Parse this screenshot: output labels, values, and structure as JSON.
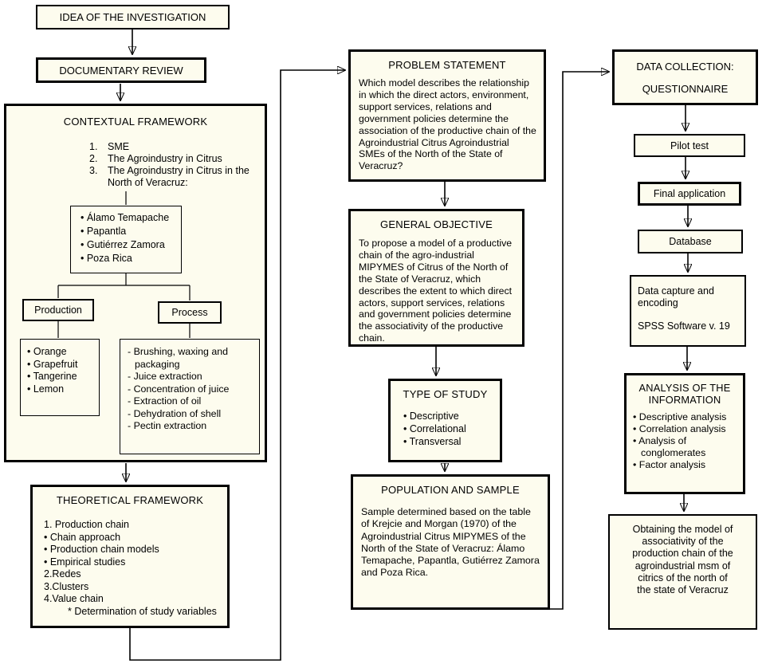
{
  "diagram": {
    "left": {
      "idea": "IDEA OF THE INVESTIGATION",
      "documentary": "DOCUMENTARY REVIEW",
      "contextual": {
        "title": "CONTEXTUAL FRAMEWORK",
        "numbered": [
          {
            "n": "1.",
            "t": "SME"
          },
          {
            "n": "2.",
            "t": "The Agroindustry in Citrus"
          },
          {
            "n": "3.",
            "t": "The Agroindustry in Citrus in the North of Veracruz:"
          }
        ],
        "cities": [
          "• Álamo Temapache",
          "• Papantla",
          "• Gutiérrez Zamora",
          "• Poza Rica"
        ],
        "production_label": "Production",
        "process_label": "Process",
        "fruits": [
          "• Orange",
          "• Grapefruit",
          "• Tangerine",
          "• Lemon"
        ],
        "processes": [
          "- Brushing, waxing and packaging",
          "- Juice extraction",
          "- Concentration of juice",
          "- Extraction of oil",
          "- Dehydration of shell",
          "- Pectin extraction"
        ]
      },
      "theoretical": {
        "title": "THEORETICAL FRAMEWORK",
        "items": [
          "1. Production chain",
          "• Chain approach",
          "• Production chain models",
          "• Empirical studies",
          "2.Redes",
          "3.Clusters",
          "4.Value chain",
          "* Determination of study variables"
        ]
      }
    },
    "middle": {
      "problem": {
        "title": "PROBLEM STATEMENT",
        "body": "Which model describes the relationship in which the direct actors, environment, support services, relations and government policies determine the association of the productive chain of the Agroindustrial Citrus Agroindustrial SMEs of the North of the State of Veracruz?"
      },
      "objective": {
        "title": "GENERAL OBJECTIVE",
        "body": "To propose a model of a productive chain of the agro-industrial MIPYMES of Citrus of the North of the State of Veracruz, which describes the extent to which direct actors, support services, relations and government policies determine the associativity of the productive chain."
      },
      "type_of_study": {
        "title": "TYPE OF STUDY",
        "items": [
          "• Descriptive",
          "• Correlational",
          "• Transversal"
        ]
      },
      "population": {
        "title": "POPULATION AND SAMPLE",
        "body": "Sample determined based on the table of Krejcie and Morgan (1970) of the Agroindustrial Citrus MIPYMES of the North of the State of Veracruz: Álamo Temapache, Papantla, Gutiérrez Zamora and Poza Rica."
      }
    },
    "right": {
      "data_collection_line1": "DATA COLLECTION:",
      "data_collection_line2": "QUESTIONNAIRE",
      "pilot": "Pilot test",
      "final_application": "Final application",
      "database": "Database",
      "capture_line1": "Data capture and encoding",
      "capture_line2": "SPSS Software v. 19",
      "analysis": {
        "title": "ANALYSIS OF THE INFORMATION",
        "items": [
          "• Descriptive analysis",
          "• Correlation analysis",
          "• Analysis of conglomerates",
          "• Factor analysis"
        ]
      },
      "obtaining": "Obtaining the model of associativity of the production chain of the agroindustrial msm of citrics of the north of the state of Veracruz"
    },
    "colors": {
      "box_fill": "#fdfcee",
      "line": "#000000"
    }
  }
}
